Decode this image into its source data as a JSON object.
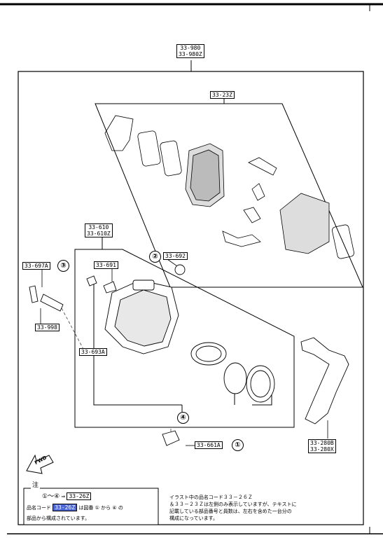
{
  "labels": {
    "top_assembly_a": "33-980",
    "top_assembly_b": "33-980Z",
    "pad_kit": "33-23Z",
    "caliper_a": "33-610",
    "caliper_b": "33-610Z",
    "boot": "33-692",
    "bleeder": "33-691",
    "guide_pin": "33-697A",
    "pin_sub": "33-998",
    "pin_boot": "33-693A",
    "bolt": "33-661A",
    "bracket_a": "33-280B",
    "bracket_b": "33-280X"
  },
  "markers": {
    "m1": "①",
    "m2": "②",
    "m3": "③",
    "m4": "④"
  },
  "fwd": "FWD",
  "note": {
    "title": "注",
    "line1_range": "①～④",
    "line1_arrow": "⇒",
    "line1_code": "33-26Z",
    "line2_prefix": "品名コード",
    "line2_code": "33-26Z",
    "line2_suffix": "は図番 ① から ④ の",
    "line3": "部品から構成されています。"
  },
  "right_note": [
    "イラスト中の品名コード３３－２６Ｚ",
    "＆３３－２３Ｚは左側のみ表示していますが、テキストに",
    "記載している部品番号と員数は、左右を含めた一台分の",
    "構成になっています。"
  ]
}
